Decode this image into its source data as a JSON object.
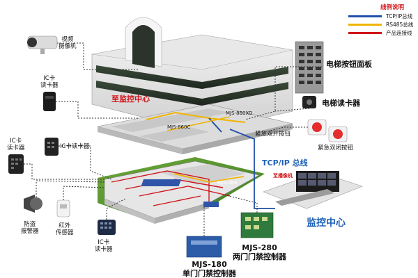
{
  "legend": {
    "title": "线例说明",
    "items": [
      {
        "label": "TCP/IP总线",
        "color": "#1f4fa8"
      },
      {
        "label": "RS485总线",
        "color": "#f0b400"
      },
      {
        "label": "产品连接线",
        "color": "#d0161b"
      }
    ]
  },
  "labels": {
    "video_camera": "视频\n摄像机",
    "ic_reader_top": "IC卡\n读卡器",
    "monitor_center_top": "至监控中心",
    "elevator_panel": "电梯按钮面板",
    "elevator_reader": "电梯读卡器",
    "mjs_860xo": "MJS-860XO",
    "mjs_860c": "MJS-860C",
    "emergency_open": "紧急双开按钮",
    "emergency_close": "紧急双闭按钮",
    "ic_reader_left": "IC卡\n读卡器",
    "ic_reader_mid": "IC卡读卡器",
    "tcpip_bus": "TCP/IP 总线",
    "to_video_matrix": "至播像机",
    "mjs_280_small": "MJS-280",
    "alarm": "防盗\n报警器",
    "infrared": "红外\n传感器",
    "ic_reader_bottom": "IC卡\n读卡器",
    "mjs_280": "MJS-280\n两门门禁控制器",
    "mjs_180": "MJS-180\n单门门禁控制器",
    "monitor_center": "监控中心"
  },
  "colors": {
    "tcpip": "#1f4fa8",
    "rs485": "#f0b400",
    "product": "#d0161b"
  }
}
